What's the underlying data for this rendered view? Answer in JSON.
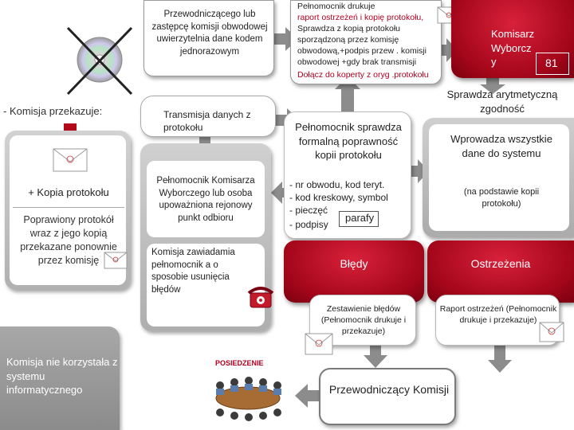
{
  "colors": {
    "red": "#b3081c",
    "gray": "#b3b3b3",
    "arrow": "#7d7d7d",
    "dark_red_text": "#b00020",
    "panel_bg": "#ffffff"
  },
  "page_number": "81",
  "labels": {
    "chair_deputy": "Przewodniczącego lub zastępcę komisji obwodowej uwierzytelnia dane kodem jednorazowym",
    "commission_hands_over": "- Komisja przekazuje:",
    "copy_of_protocol": "+ Kopia protokołu",
    "corrected_protocol": "Poprawiony protokół wraz z jego kopią przekazane ponownie przez komisję",
    "no_it_system": "Komisja nie korzystała z systemu informatycznego",
    "data_transmission": "Transmisja danych z protokołu",
    "plenipotentiary_box": "Pełnomocnik Komisarza Wyborczego lub osoba upoważniona rejonowy punkt odbioru",
    "commission_notifies": "Komisja zawiadamia pełnomocnik a o sposobie usunięcia błędów",
    "summons": "POSIEDZENIE",
    "top_prints_1": "Pełnomocnik drukuje",
    "top_prints_2": "raport ostrzeżeń i kopię protokołu,",
    "top_prints_3": "Sprawdza z kopią protokołu",
    "top_prints_4": "sporządzoną przez komisję",
    "top_prints_5": "obwodową,+podpis przew . komisji",
    "top_prints_6": "obwodowej +gdy brak transmisji",
    "top_prints_7": "Dołącz do koperty z oryg .protokołu",
    "commissioner": "Komisarz Wyborcz y",
    "checks_arithmetic": "Sprawdza arytmetyczną zgodność",
    "formal_check_title": "Pełnomocnik sprawdza formalną poprawność kopii protokołu",
    "formal_check_items": [
      "- nr obwodu, kod teryt.",
      "- kod kreskowy, symbol",
      "- pieczęć",
      "- podpisy"
    ],
    "initials": "parafy",
    "enters_data_1": "Wprowadza wszystkie dane do systemu",
    "enters_data_2": "(na podstawie kopii protokołu)",
    "errors": "Błędy",
    "warnings": "Ostrzeżenia",
    "errors_statement": "Zestawienie błędów (Pełnomocnik drukuje i przekazuje)",
    "warnings_report": "Raport ostrzeżeń (Pełnomocnik drukuje i przekazuje)",
    "chair_commission": "Przewodniczący Komisji"
  }
}
